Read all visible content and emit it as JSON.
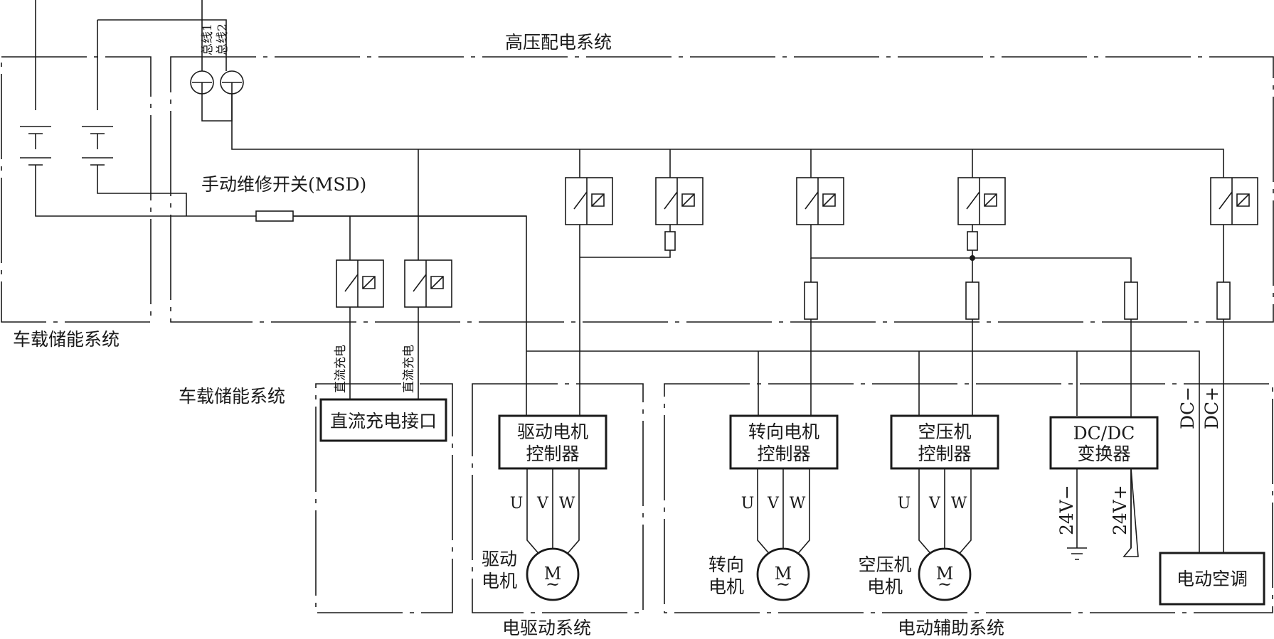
{
  "systems": {
    "hv_distribution": "高压配电系统",
    "storage_top": "车载储能系统",
    "storage_bottom": "车载储能系统",
    "drive": "电驱动系统",
    "aux": "电动辅助系统"
  },
  "bus_labels": [
    "总线1",
    "总线2"
  ],
  "msd_label": "手动维修开关(MSD)",
  "dc_charge_labels": [
    "直流充电",
    "直流充电"
  ],
  "blocks": {
    "dc_port": "直流充电接口",
    "drive_ctrl": [
      "驱动电机",
      "控制器"
    ],
    "steer_ctrl": [
      "转向电机",
      "控制器"
    ],
    "comp_ctrl": [
      "空压机",
      "控制器"
    ],
    "dcdc": [
      "DC/DC",
      "变换器"
    ],
    "ac": "电动空调"
  },
  "phases": [
    "U",
    "V",
    "W"
  ],
  "motor_symbol": "M",
  "motors": {
    "drive": [
      "驱动",
      "电机"
    ],
    "steer": [
      "转向",
      "电机"
    ],
    "comp": [
      "空压机",
      "电机"
    ]
  },
  "voltage_labels": [
    "24V−",
    "24V+"
  ],
  "ac_supply_labels": [
    "DC−",
    "DC+"
  ]
}
